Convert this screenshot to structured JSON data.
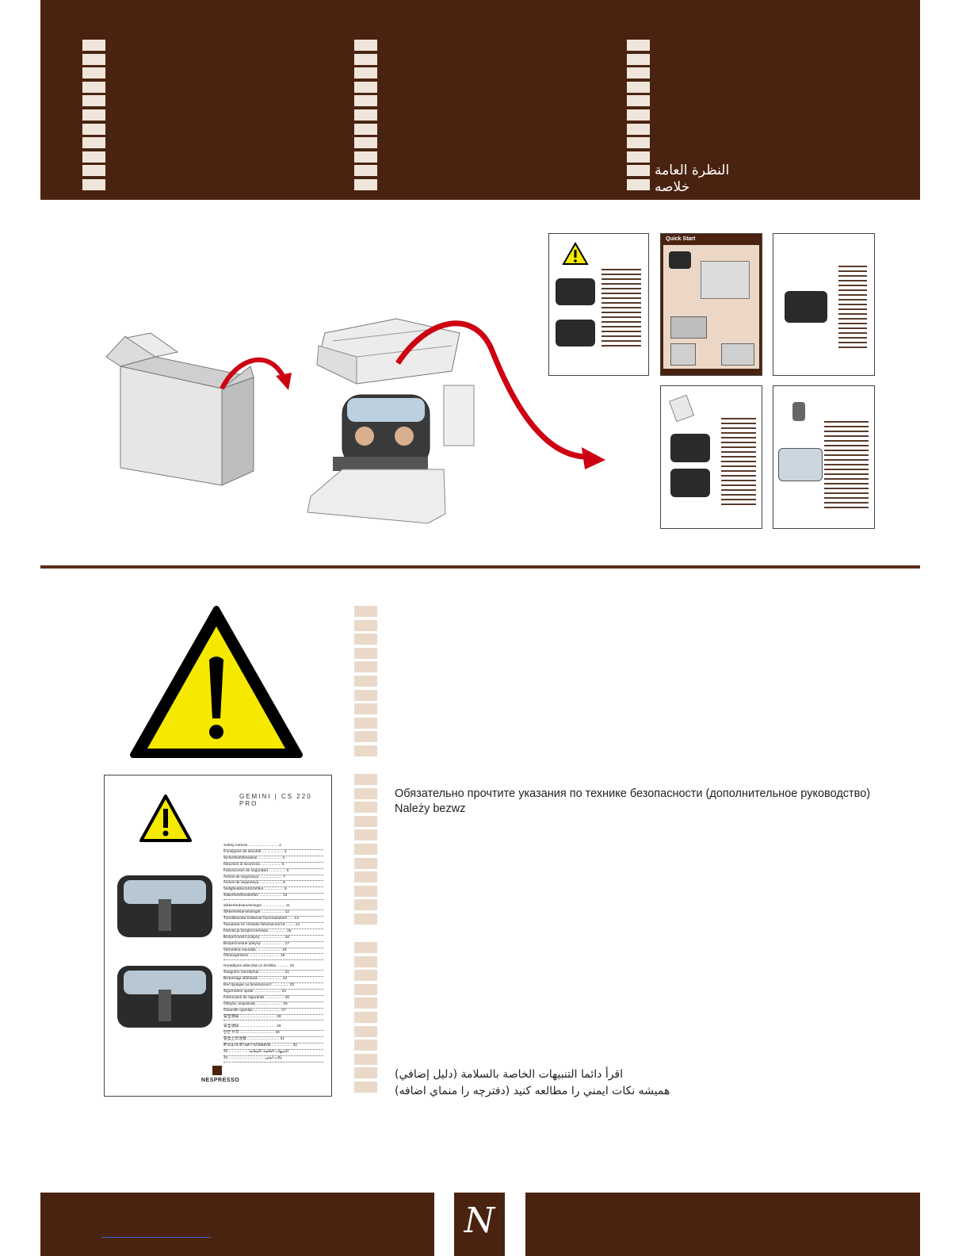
{
  "header": {
    "arabic_overview": "النظرة العامة",
    "farsi_summary": "خلاصه"
  },
  "thumbnails": {
    "quick_start_label": "Quick Start"
  },
  "safety": {
    "russian_line": "Обязательно прочтите указания по технике безопасности (дополнительное руководство)",
    "polish_line": "Należy bezwz",
    "arabic_line": "اقرأ  دائما التنبيهات الخاصة بالسلامة (دليل إضافي)",
    "farsi_line": "هميشه نكات ايمني را مطالعه كنيد (دفترچه را منماي اضافه)"
  },
  "booklet": {
    "model": "GEMINI | CS 220 PRO",
    "brand": "NESPRESSO",
    "toc": [
      "Safety notices ............................ 2",
      "Consignes de sécurité .................... 3",
      "Sicherheitshinweise ...................... 4",
      "Istruzioni di sicurezza ................... 5",
      "Indicaciones de seguridad ................ 6",
      "Avisos de segurança ..................... 7",
      "Avisos de segurança ..................... 8",
      "Veiligheidsvoorschriften .................. 9",
      "Säkerhetsföreskrifter ..................... 10",
      "Sikkerhedsanvisninger ..................... 11",
      "Sikkerhetsanvisninger ..................... 12",
      "Turvallisuutta koskevat huomautukset ..... 13",
      "Указания по технике безопасности ........ 14",
      "Instrukcja bezpieczeństwa ................ 15",
      "Bezpečnostní pokyny ...................... 16",
      "Bezpečnostné pokyny ..................... 17",
      "Varnostna navodila ....................... 18",
      "Ohutusjuhised ............................. 19",
      "Norādījumi attiecībā uz drošību ........... 20",
      "Saugumo nurodymai ....................... 21",
      "Biztonsági előírások ...................... 22",
      "Инструкции за безопасност ............... 23",
      "Sigurnosne upute ......................... 24",
      "Instrucțiuni de siguranță .................. 25",
      "Οδηγίες ασφαλείας ........................ 26",
      "Güvenlik uyarıları ......................... 27",
      "安全须知 .................................. 28",
      "安全須知 .................................. 29",
      "안전 수칙 ................................. 30",
      "安全上の注意 .............................. 31",
      "คำแนะนำด้านความปลอดภัย ................... 32",
      "التنبيهات الخاصة بالسلامة .................. 33",
      "نكات ايمني ................................. 34"
    ]
  },
  "colors": {
    "brand_brown": "#4a2310",
    "tab_beige": "#f0e5da",
    "arrow_red": "#cc0011",
    "warning_yellow": "#f5e900"
  },
  "footer": {
    "logo_letter": "N"
  }
}
